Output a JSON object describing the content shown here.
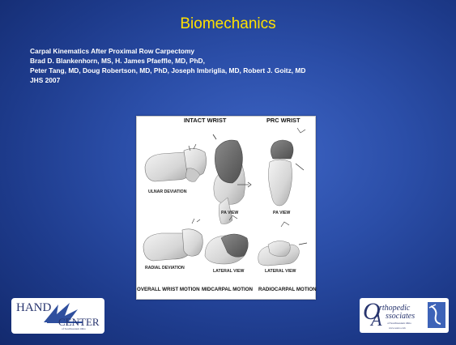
{
  "slide": {
    "title": "Biomechanics",
    "authors": [
      "Carpal Kinematics After Proximal Row Carpectomy",
      "Brad D. Blankenhorn, MS, H. James Pfaeffle, MD, PhD,",
      "Peter Tang, MD, Doug Robertson, MD, PhD, Joseph Imbriglia, MD, Robert J. Goitz, MD",
      "JHS 2007"
    ]
  },
  "figure": {
    "heading_intact": "INTACT WRIST",
    "heading_prc": "PRC WRIST",
    "labels": {
      "ulnar_deviation": "ULNAR DEVIATION",
      "pa_view_1": "PA VIEW",
      "pa_view_2": "PA VIEW",
      "radial_deviation": "RADIAL DEVIATION",
      "lateral_view_1": "LATERAL VIEW",
      "lateral_view_2": "LATERAL VIEW"
    },
    "bottom_labels": [
      "OVERALL WRIST MOTION",
      "MIDCARPAL MOTION",
      "RADIOCARPAL MOTION"
    ]
  },
  "logos": {
    "left": {
      "line1": "HAND",
      "line2": "CENTER",
      "sub": "of Southwestern Ohio"
    },
    "right": {
      "line1": "rthopedic",
      "line2": "ssociates",
      "sub": "of Southwestern Ohio",
      "url": "www.oaswo.com"
    }
  }
}
